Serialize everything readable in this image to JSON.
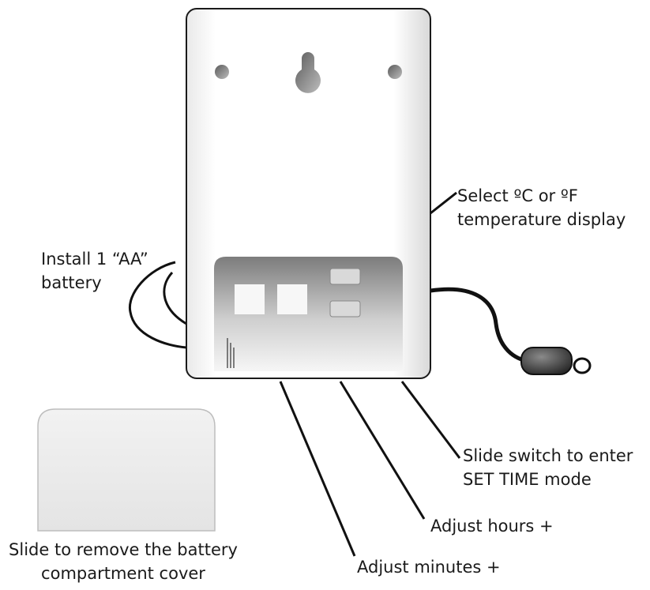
{
  "callouts": {
    "temperature": {
      "line1": "Select ºC or ºF",
      "line2": "temperature display"
    },
    "battery": {
      "line1": "Install 1 “AA”",
      "line2": "battery"
    },
    "set_time": {
      "line1": "Slide switch  to enter",
      "line2": "SET TIME mode"
    },
    "hours": {
      "line1": "Adjust hours +"
    },
    "minutes": {
      "line1": "Adjust minutes +"
    },
    "cover": {
      "line1": "Slide to remove the battery",
      "line2": "compartment cover"
    }
  }
}
